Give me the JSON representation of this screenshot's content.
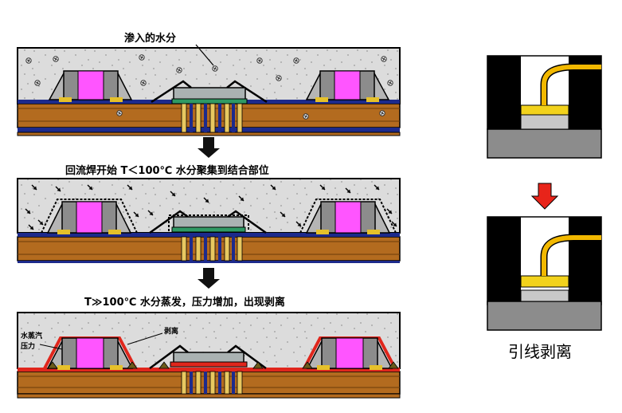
{
  "labels": {
    "moisture_in": "渗入的水分",
    "step2": "回流焊开始  T＜100℃  水分聚集到结合部位",
    "step3": "T≫100℃  水分蒸发，压力增加，出现剥离",
    "vapor_pressure_l1": "水蒸汽",
    "vapor_pressure_l2": "压力",
    "delamination": "剥离",
    "wire_peel": "引线剥离"
  },
  "colors": {
    "compound": "#dcdcdc",
    "substrate": "#b36b1f",
    "substrate_dark": "#6b3b0a",
    "blue_layer": "#1c2a8c",
    "pink_die": "#ff55ff",
    "die_gray": "#8c8c8c",
    "chip": "#aab2b2",
    "chip_green": "#2f9a64",
    "delam_red": "#e0261c",
    "arrow_red": "#e8241a",
    "wire_gold": "#f2b800",
    "pad_yellow": "#f2d21c"
  }
}
